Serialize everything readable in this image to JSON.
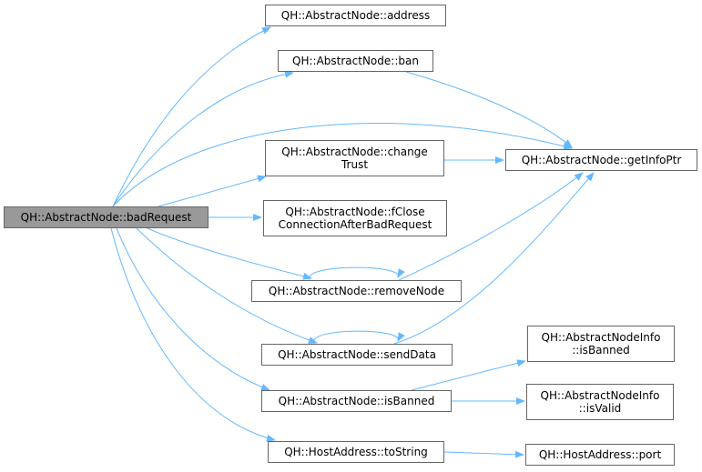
{
  "graph": {
    "nodes": [
      {
        "id": "badRequest",
        "lines": [
          "QH::AbstractNode::badRequest"
        ],
        "root": true
      },
      {
        "id": "address",
        "lines": [
          "QH::AbstractNode::address"
        ]
      },
      {
        "id": "ban",
        "lines": [
          "QH::AbstractNode::ban"
        ]
      },
      {
        "id": "changeTrust",
        "lines": [
          "QH::AbstractNode::change",
          "Trust"
        ]
      },
      {
        "id": "fClose",
        "lines": [
          "QH::AbstractNode::fClose",
          "ConnectionAfterBadRequest"
        ]
      },
      {
        "id": "removeNode",
        "lines": [
          "QH::AbstractNode::removeNode"
        ]
      },
      {
        "id": "sendData",
        "lines": [
          "QH::AbstractNode::sendData"
        ]
      },
      {
        "id": "isBanned",
        "lines": [
          "QH::AbstractNode::isBanned"
        ]
      },
      {
        "id": "toString",
        "lines": [
          "QH::HostAddress::toString"
        ]
      },
      {
        "id": "getInfoPtr",
        "lines": [
          "QH::AbstractNode::getInfoPtr"
        ]
      },
      {
        "id": "infoIsBanned",
        "lines": [
          "QH::AbstractNodeInfo",
          "::isBanned"
        ]
      },
      {
        "id": "infoIsValid",
        "lines": [
          "QH::AbstractNodeInfo",
          "::isValid"
        ]
      },
      {
        "id": "port",
        "lines": [
          "QH::HostAddress::port"
        ]
      }
    ],
    "edges": [
      [
        "badRequest",
        "address"
      ],
      [
        "badRequest",
        "ban"
      ],
      [
        "badRequest",
        "getInfoPtr"
      ],
      [
        "badRequest",
        "changeTrust"
      ],
      [
        "badRequest",
        "fClose"
      ],
      [
        "badRequest",
        "removeNode"
      ],
      [
        "badRequest",
        "sendData"
      ],
      [
        "badRequest",
        "isBanned"
      ],
      [
        "badRequest",
        "toString"
      ],
      [
        "ban",
        "getInfoPtr"
      ],
      [
        "changeTrust",
        "getInfoPtr"
      ],
      [
        "removeNode",
        "getInfoPtr"
      ],
      [
        "removeNode",
        "removeNode"
      ],
      [
        "sendData",
        "getInfoPtr"
      ],
      [
        "sendData",
        "sendData"
      ],
      [
        "isBanned",
        "infoIsBanned"
      ],
      [
        "isBanned",
        "infoIsValid"
      ],
      [
        "toString",
        "port"
      ]
    ],
    "colors": {
      "edge": "#63b8ff",
      "node_border": "#666666",
      "root_fill": "#999999",
      "node_fill": "#ffffff"
    }
  }
}
